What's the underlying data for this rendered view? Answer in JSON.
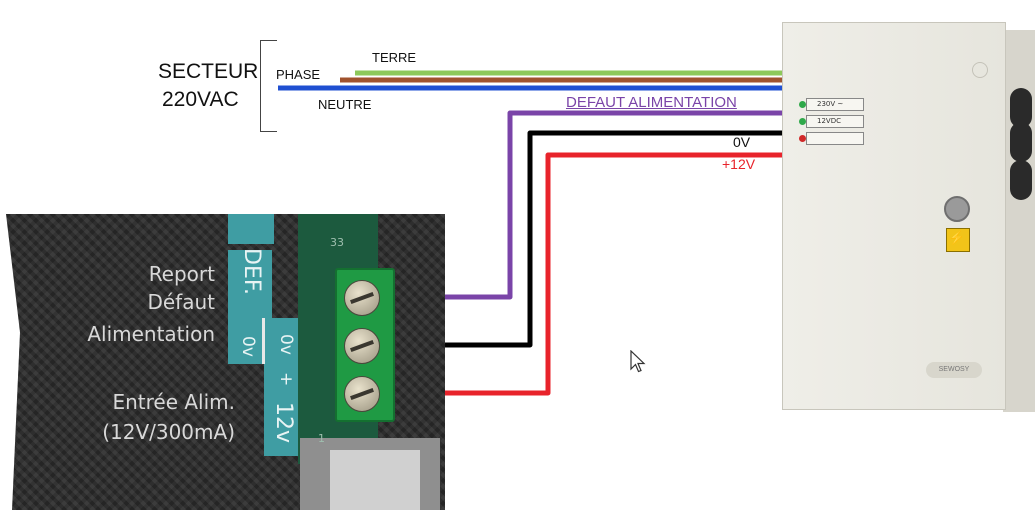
{
  "mains": {
    "title_line1": "SECTEUR",
    "title_line2": "220VAC",
    "phase": "PHASE",
    "terre": "TERRE",
    "neutre": "NEUTRE"
  },
  "wires": {
    "defaut": "DEFAUT ALIMENTATION",
    "zero_v": "0V",
    "plus_12v": "+12V"
  },
  "board": {
    "report_line1": "Report",
    "report_line2": "Défaut",
    "report_line3": "Alimentation",
    "entree_line1": "Entrée Alim.",
    "entree_line2": "(12V/300mA)",
    "def_marker": "DEF.",
    "zero_left": "0v",
    "zero_right": "0v",
    "plus": "+",
    "twelve": "12v",
    "pcb_33": "33",
    "pcb_1": "1"
  },
  "psu": {
    "led1": "230V ~",
    "led2": "12VDC",
    "led3": "",
    "brand": "SEWOSY"
  },
  "colors": {
    "terre": "#8dc85a",
    "phase": "#a0522d",
    "neutre": "#1f4fd1",
    "defaut": "#7a44a8",
    "zero_v": "#000000",
    "plus_12v": "#e8232b"
  }
}
